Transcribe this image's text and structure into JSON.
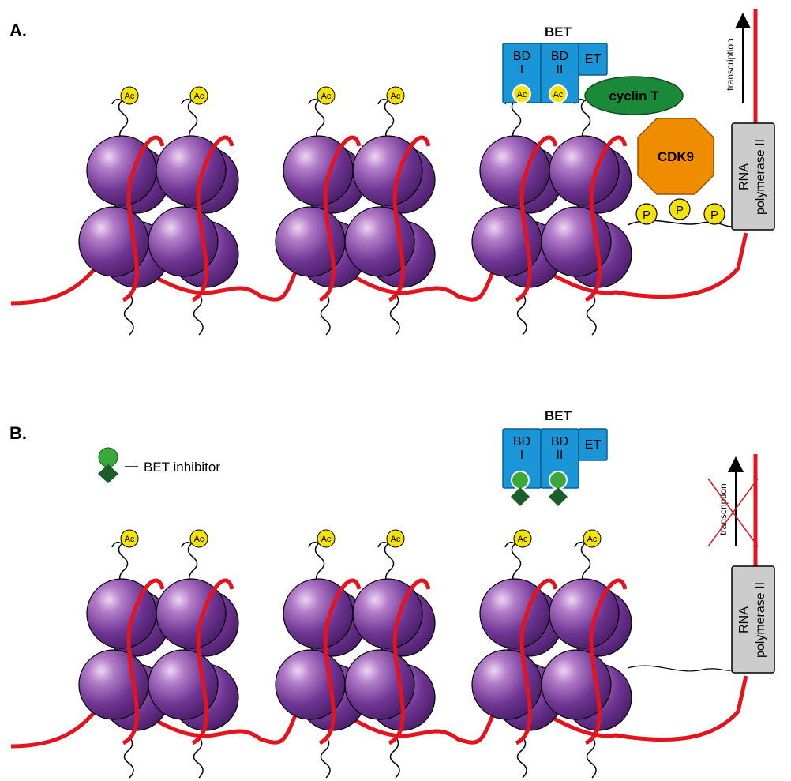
{
  "panels": [
    {
      "label": "A.",
      "bet_title": "BET",
      "bd1": [
        "BD",
        "I"
      ],
      "bd2": [
        "BD",
        "II"
      ],
      "et": "ET",
      "cyclin": "cyclin T",
      "cdk9": "CDK9",
      "phospho": "P",
      "transcription": "transcription",
      "rnap": [
        "RNA",
        "polymerase II"
      ],
      "acetyl": "Ac",
      "transcription_blocked": false
    },
    {
      "label": "B.",
      "bet_title": "BET",
      "bd1": [
        "BD",
        "I"
      ],
      "bd2": [
        "BD",
        "II"
      ],
      "et": "ET",
      "transcription": "transcription",
      "rnap": [
        "RNA",
        "polymerase II"
      ],
      "acetyl": "Ac",
      "inhibitor_legend": "BET inhibitor",
      "transcription_blocked": true
    }
  ],
  "colors": {
    "dna": "#e3141e",
    "histone": "#6a2e8f",
    "bet": "#1a96d8",
    "acetyl": "#f5e400",
    "cyclin": "#1a8a3a",
    "cdk9": "#f08c00",
    "rnap": "#cccccc",
    "inhibitor_circle": "#3aa83a",
    "inhibitor_diamond": "#1a5c2a"
  }
}
